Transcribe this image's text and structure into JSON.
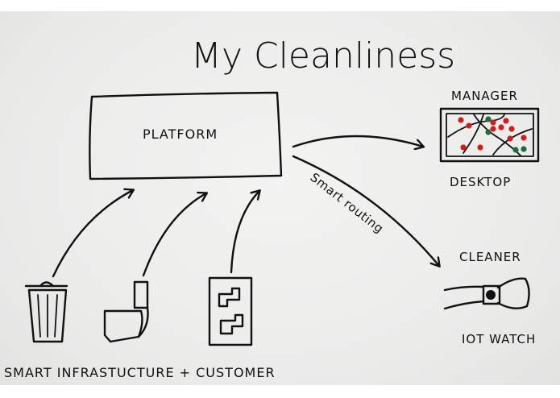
{
  "title": "My Cleanliness",
  "platform": {
    "label": "PLATFORM"
  },
  "manager": {
    "top_label": "MANAGER",
    "bottom_label": "DESKTOP"
  },
  "cleaner": {
    "top_label": "CLEANER",
    "bottom_label": "IOT WATCH"
  },
  "routing_label": "Smart routing",
  "bottom_caption": "SMART INFRASTUCTURE + CUSTOMER",
  "colors": {
    "ink": "#111111",
    "paper": "#ececeb",
    "red_dot": "#cc1f1f",
    "green_dot": "#1f6b3a"
  }
}
